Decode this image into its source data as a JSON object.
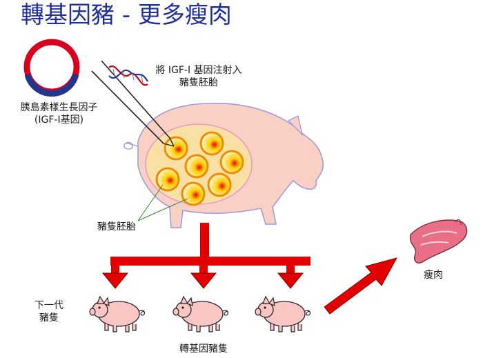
{
  "title": "轉基因豬 - 更多瘦肉",
  "labels": {
    "gene_line1": "胰島素樣生長因子",
    "gene_line2": "(IGF-I基因)",
    "inject_line1": "將 IGF-I 基因注射入",
    "inject_line2": "豬隻胚胎",
    "embryo": "豬隻胚胎",
    "offspring_line1": "下一代",
    "offspring_line2": "豬隻",
    "transgenic": "轉基因豬隻",
    "lean_meat": "瘦肉"
  },
  "colors": {
    "title": "#1f2f9c",
    "arrow": "#e00000",
    "pig_body": "#fbd0c4",
    "pig_outline": "#9c9ce0",
    "embryo_fill": "#fff3c0",
    "embryo_ring": "#f08a00",
    "plasmid_red": "#d8001c",
    "plasmid_blue": "#22368f"
  },
  "icons": [
    "plasmid-icon",
    "dna-helix-icon",
    "needle-icon",
    "embryo-icon",
    "piglet-icon",
    "meat-icon",
    "arrow-icon"
  ]
}
